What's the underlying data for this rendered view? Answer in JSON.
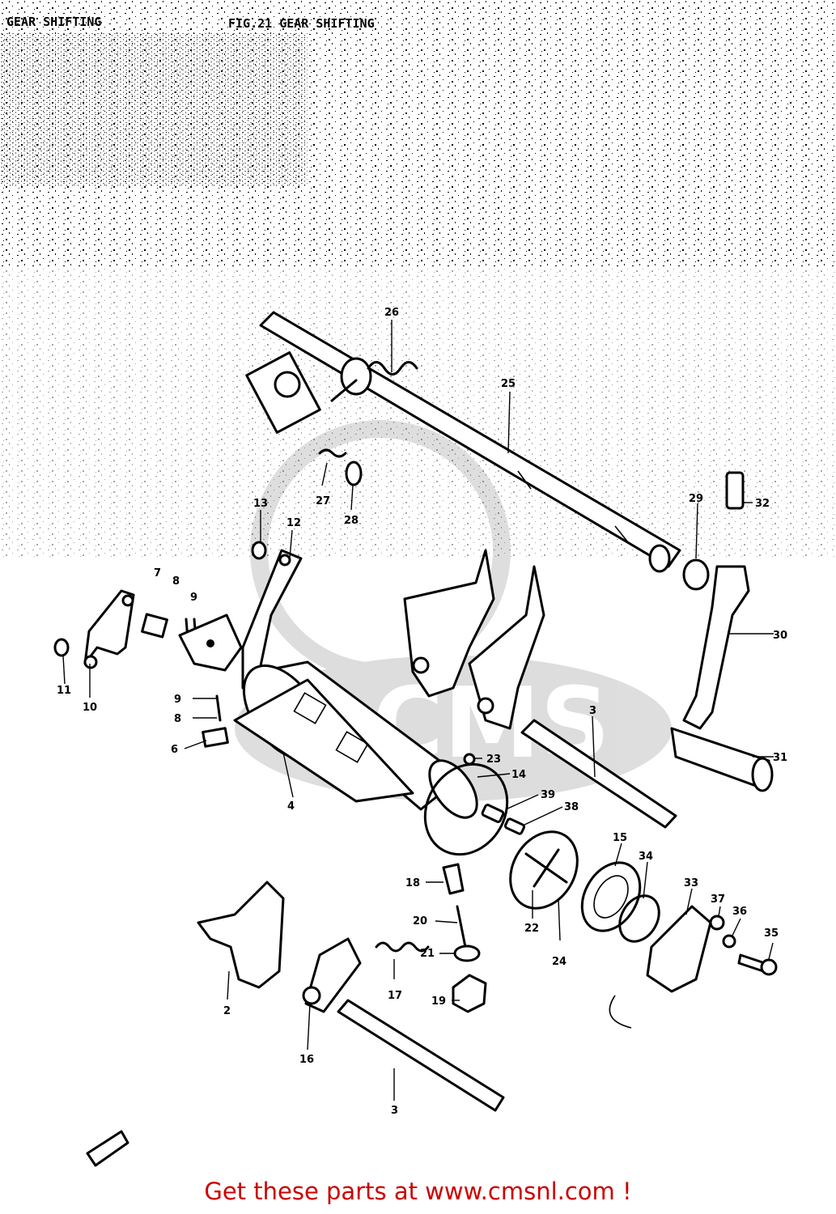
{
  "header": {
    "left_text": "GEAR SHIFTING",
    "center_text": "FIG.21 GEAR SHIFTING"
  },
  "callouts": [
    "2",
    "3",
    "3",
    "4",
    "6",
    "7",
    "8",
    "9",
    "8",
    "9",
    "10",
    "11",
    "12",
    "13",
    "14",
    "15",
    "16",
    "17",
    "18",
    "19",
    "20",
    "21",
    "22",
    "23",
    "24",
    "25",
    "26",
    "27",
    "28",
    "29",
    "30",
    "31",
    "32",
    "33",
    "34",
    "35",
    "36",
    "37",
    "38",
    "39"
  ],
  "watermark": {
    "text": "CMS"
  },
  "footer": {
    "text": "Get these parts at www.cmsnl.com !"
  },
  "colors": {
    "footer": "#cc0000",
    "ink": "#000000",
    "paper": "#ffffff"
  }
}
